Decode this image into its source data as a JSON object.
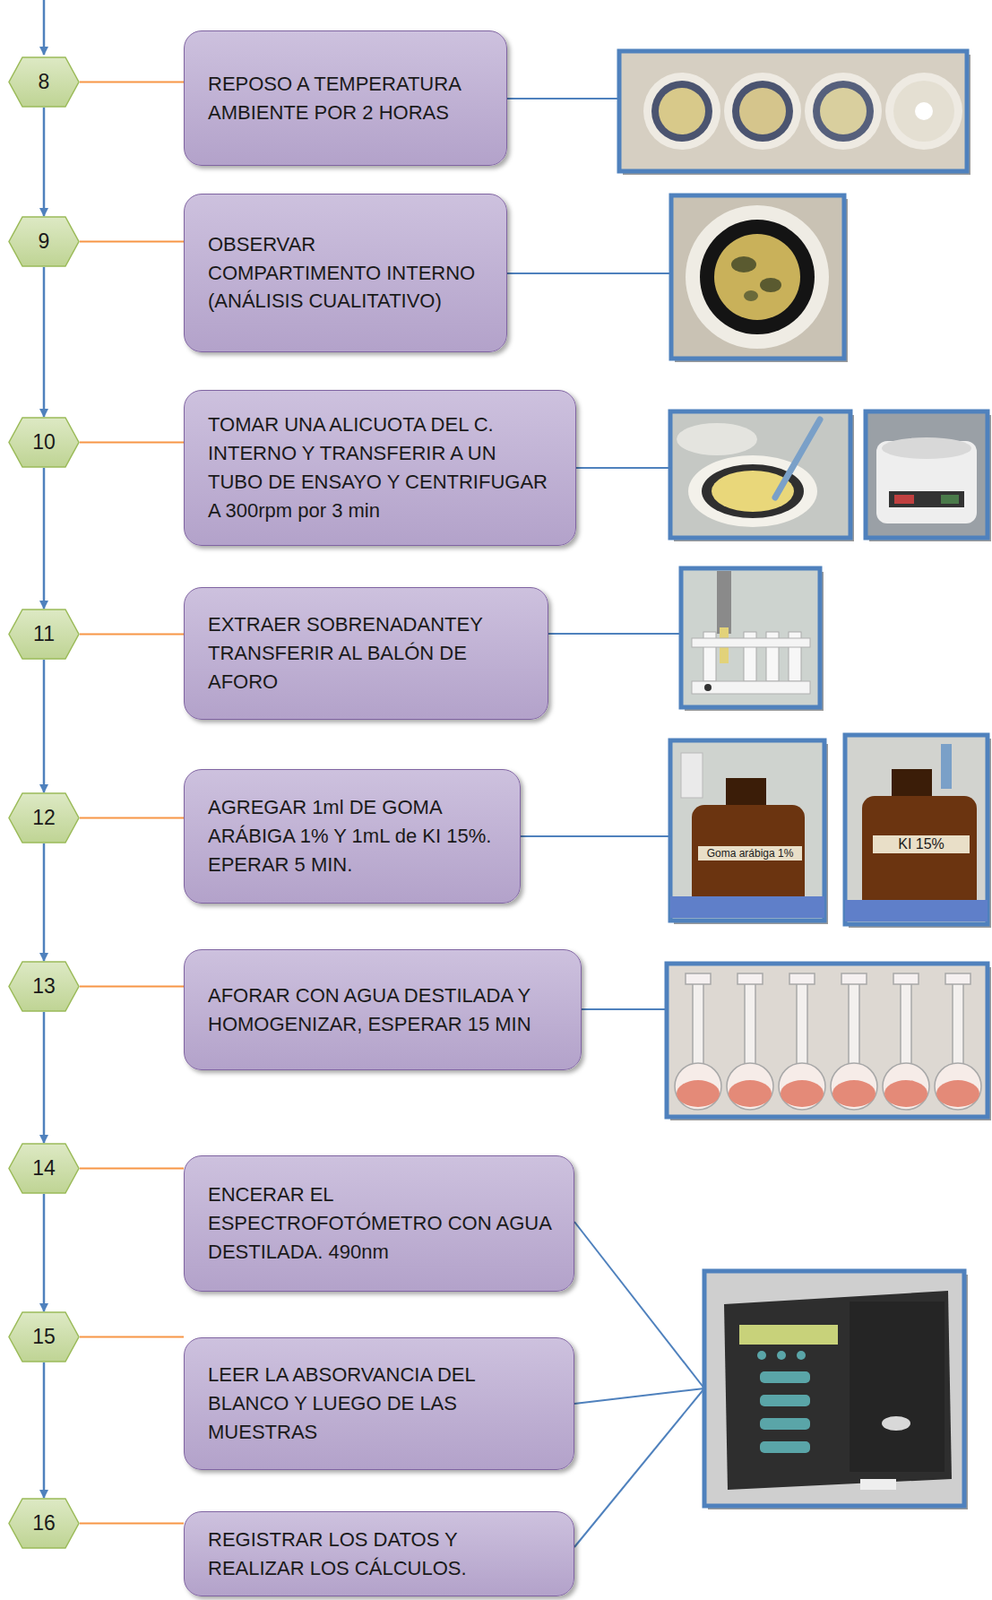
{
  "diagram": {
    "nodes": [
      {
        "text": [
          "8"
        ]
      },
      {
        "text": [
          "REPOSO A TEMPERATURA AMBIENTE POR 2 HORAS"
        ]
      },
      {
        "text": [
          "9"
        ]
      },
      {
        "text": [
          "OBSERVAR COMPARTIMENTO INTERNO (ANÁLISIS CUALITATIVO)"
        ]
      },
      {
        "text": [
          "10"
        ]
      },
      {
        "text": [
          "TOMAR UNA ALICUOTA DEL C. INTERNO Y TRANSFERIR A UN TUBO DE ENSAYO Y CENTRIFUGAR A 300rpm por 3 min"
        ]
      },
      {
        "text": [
          "11"
        ]
      },
      {
        "text": [
          "EXTRAER SOBRENADANTEY TRANSFERIR AL BALÓN DE AFORO"
        ]
      },
      {
        "text": [
          "12"
        ]
      },
      {
        "text": [
          "AGREGAR 1ml DE GOMA ARÁBIGA 1% Y 1mL de KI 15%. EPERAR 5 MIN."
        ]
      },
      {
        "text": [
          "13"
        ]
      },
      {
        "text": [
          "AFORAR CON AGUA DESTILADA Y HOMOGENIZAR, ESPERAR 15 MIN"
        ]
      },
      {
        "text": [
          "14"
        ]
      },
      {
        "text": [
          "ENCERAR EL ESPECTROFOTÓMETRO CON AGUA DESTILADA. 490nm"
        ]
      },
      {
        "text": [
          "15"
        ]
      },
      {
        "text": [
          "LEER LA ABSORVANCIA DEL BLANCO Y LUEGO DE LAS MUESTRAS"
        ]
      },
      {
        "text": [
          "16"
        ]
      },
      {
        "text": [
          "REGISTRAR LOS DATOS Y REALIZAR LOS CÁLCULOS."
        ]
      }
    ],
    "edges": [
      {
        "from": 0,
        "to": 1,
        "arrow": "none"
      },
      {
        "from": 0,
        "to": 2,
        "arrow": "to"
      },
      {
        "from": 2,
        "to": 3,
        "arrow": "none"
      },
      {
        "from": 2,
        "to": 4,
        "arrow": "to"
      },
      {
        "from": 4,
        "to": 5,
        "arrow": "none"
      },
      {
        "from": 4,
        "to": 6,
        "arrow": "to"
      },
      {
        "from": 6,
        "to": 7,
        "arrow": "none"
      },
      {
        "from": 6,
        "to": 8,
        "arrow": "to"
      },
      {
        "from": 8,
        "to": 9,
        "arrow": "none"
      },
      {
        "from": 8,
        "to": 10,
        "arrow": "to"
      },
      {
        "from": 10,
        "to": 11,
        "arrow": "none"
      },
      {
        "from": 10,
        "to": 12,
        "arrow": "to"
      },
      {
        "from": 12,
        "to": 13,
        "arrow": "none"
      },
      {
        "from": 12,
        "to": 14,
        "arrow": "to"
      },
      {
        "from": 14,
        "to": 15,
        "arrow": "none"
      },
      {
        "from": 14,
        "to": 16,
        "arrow": "to"
      },
      {
        "from": 16,
        "to": 17,
        "arrow": "none"
      }
    ],
    "labels": [
      "Goma arábiga 1%",
      "KI 15%"
    ]
  }
}
